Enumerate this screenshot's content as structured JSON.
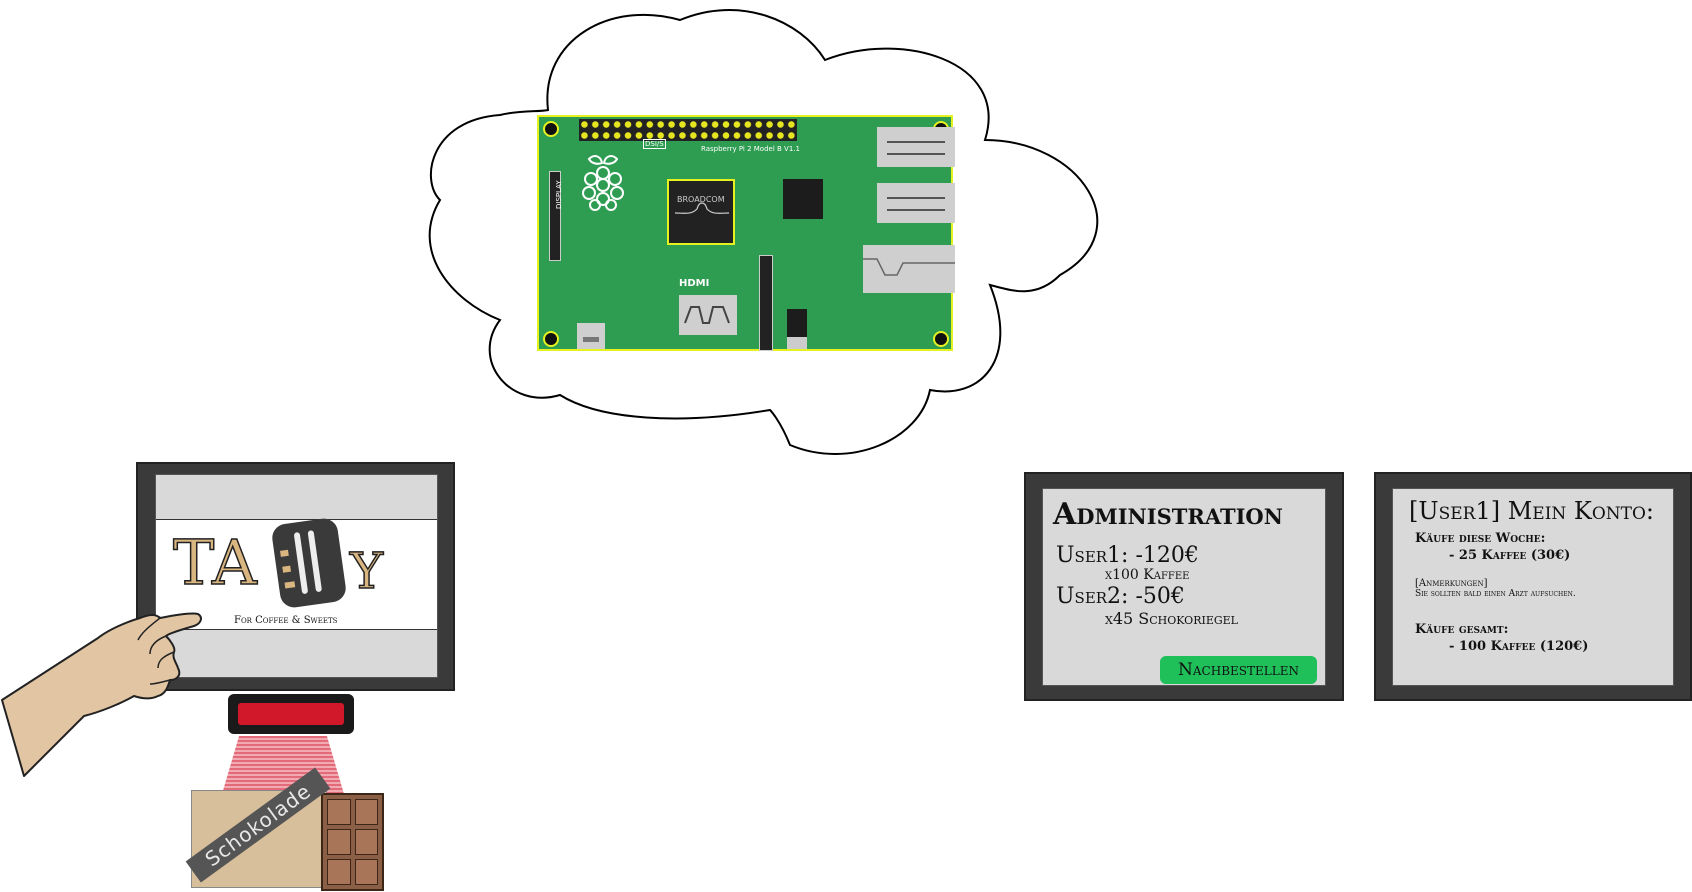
{
  "raspberry_pi": {
    "model_text": "Raspberry Pi 2 Model B V1.1",
    "display_label": "DISPLAY",
    "hdmi_label": "HDMI",
    "soc_label": "BROADCOM",
    "dsi_mark": "DSI/S"
  },
  "tablet": {
    "logo_left": "TA",
    "logo_right": "Y",
    "tagline": "For Coffee & Sweets"
  },
  "product": {
    "label": "Schokolade"
  },
  "admin_panel": {
    "title": "Administration",
    "users": [
      {
        "line": "User1: -120€",
        "detail": "x100 Kaffee"
      },
      {
        "line": "User2: -50€",
        "detail": "x45 Schokoriegel"
      }
    ],
    "button_label": "Nachbestellen"
  },
  "account_panel": {
    "title": "[User1] Mein Konto:",
    "week_heading": "Käufe diese Woche:",
    "week_item": "- 25 Kaffee (30€)",
    "notes_heading": "[Anmerkungen]",
    "notes_text": "Sie sollten bald einen Arzt aufsuchen.",
    "total_heading": "Käufe gesamt:",
    "total_item": "- 100 Kaffee (120€)"
  },
  "colors": {
    "pcb": "#2e9d52",
    "pcb_border": "#e5f220",
    "button": "#1fbf5a",
    "logo_text": "#d9b580",
    "hand": "#e2c6a4",
    "box": "#d7bf9b",
    "chocolate": "#8b5f45",
    "scanner": "#d0182a"
  }
}
